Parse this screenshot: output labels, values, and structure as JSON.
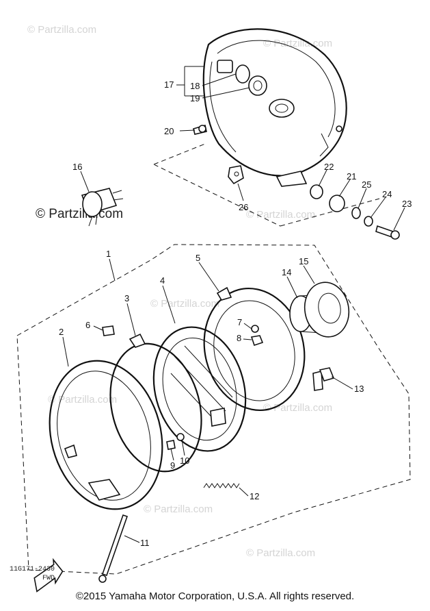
{
  "watermark": "© Partzilla.com",
  "diagram_code": "11G171-2430",
  "fwd_label": "FWD",
  "callouts": [
    "1",
    "2",
    "3",
    "4",
    "5",
    "6",
    "7",
    "8",
    "9",
    "10",
    "11",
    "12",
    "13",
    "14",
    "15",
    "16",
    "17",
    "18",
    "19",
    "20",
    "21",
    "22",
    "23",
    "24",
    "25",
    "26"
  ],
  "copyright": "©2015  Yamaha Motor Corporation, U.S.A. All rights reserved."
}
